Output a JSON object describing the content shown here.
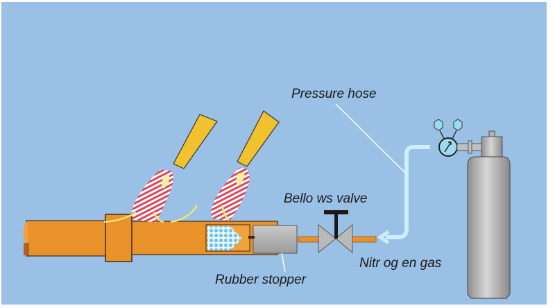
{
  "diagram": {
    "title": "Brazing copper pipe with nitrogen purge setup",
    "labels": {
      "pressure_hose": "Pressure hose",
      "bellows_valve": "Bello ws valve",
      "nitrogen_gas": "Nitr og en gas",
      "rubber_stopper": "Rubber stopper"
    },
    "colors": {
      "background": "#9ac0e6",
      "pipe": "#e9922a",
      "torch": "#f2c12e",
      "flame_stripe": "#d9475a",
      "cylinder": "#b9b9b9",
      "hose": "#cdeefa"
    },
    "components": [
      {
        "name": "copper-pipe"
      },
      {
        "name": "torch-left"
      },
      {
        "name": "torch-right"
      },
      {
        "name": "filter-plug"
      },
      {
        "name": "rubber-stopper"
      },
      {
        "name": "bellows-valve"
      },
      {
        "name": "pressure-hose"
      },
      {
        "name": "pressure-regulator"
      },
      {
        "name": "nitrogen-cylinder"
      }
    ]
  }
}
